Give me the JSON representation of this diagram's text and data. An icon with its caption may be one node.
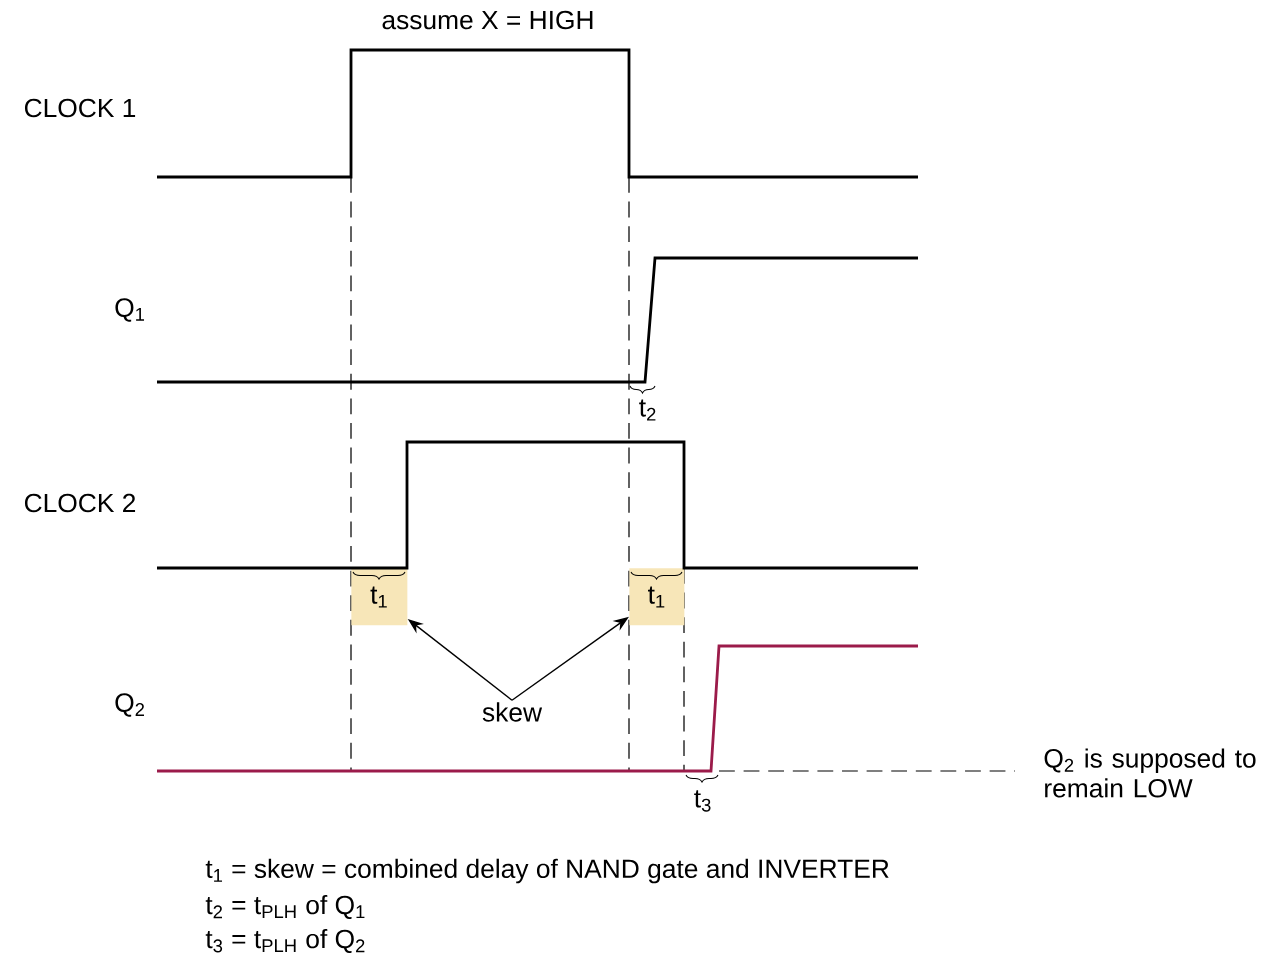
{
  "diagram": {
    "nodes": [
      {
        "text": [
          "t$_{1}$"
        ]
      },
      {
        "text": [
          "t$_{1}$"
        ]
      },
      {
        "text": [
          "skew"
        ]
      }
    ],
    "edges": [
      {
        "from": 2,
        "to": 0,
        "arrow": "to"
      },
      {
        "from": 2,
        "to": 1,
        "arrow": "to"
      }
    ],
    "labels": [
      "assume X = HIGH",
      "CLOCK 1",
      "Q$_{1}$",
      "t$_{2}$",
      "CLOCK 2",
      "Q$_{2}$",
      "Q$_{2}$ is supposed to remain LOW",
      "t$_{3}$",
      "t$_{1}$ = skew = combined delay of NAND gate and INVERTER",
      "t$_{2}$ = t$_{PLH}$ of Q$_{1}$",
      "t$_{3}$ = t$_{PLH}$ of Q$_{2}$"
    ]
  }
}
